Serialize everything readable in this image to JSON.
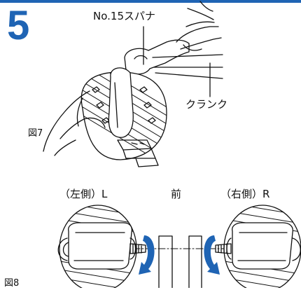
{
  "step_number": "5",
  "labels": {
    "spanner": "No.15スパナ",
    "crank": "クランク",
    "fig7": "図7",
    "fig8": "図8",
    "left": "（左側）L",
    "front": "前",
    "right": "（右側）R"
  },
  "colors": {
    "accent": "#1f64b4",
    "line": "#111111"
  }
}
